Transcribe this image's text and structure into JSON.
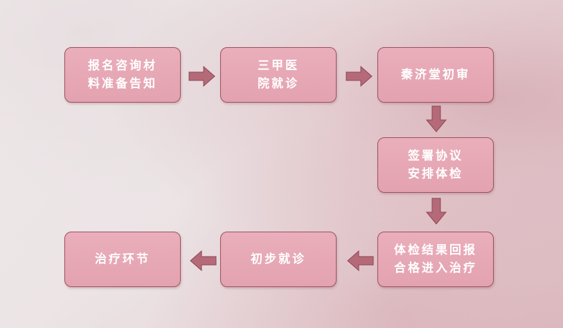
{
  "flow": {
    "steps": [
      {
        "id": "n1",
        "lines": [
          "报名咨询材",
          "料准备告知"
        ]
      },
      {
        "id": "n2",
        "lines": [
          "三甲医",
          "院就诊"
        ]
      },
      {
        "id": "n3",
        "lines": [
          "秦济堂初审"
        ]
      },
      {
        "id": "n4",
        "lines": [
          "签署协议",
          "安排体检"
        ]
      },
      {
        "id": "n5",
        "lines": [
          "体检结果回报",
          "合格进入治疗"
        ]
      },
      {
        "id": "n6",
        "lines": [
          "初步就诊"
        ]
      },
      {
        "id": "n7",
        "lines": [
          "治疗环节"
        ]
      }
    ],
    "connections": [
      {
        "from": "n1",
        "to": "n2",
        "direction": "right"
      },
      {
        "from": "n2",
        "to": "n3",
        "direction": "right"
      },
      {
        "from": "n3",
        "to": "n4",
        "direction": "down"
      },
      {
        "from": "n4",
        "to": "n5",
        "direction": "down"
      },
      {
        "from": "n5",
        "to": "n6",
        "direction": "left"
      },
      {
        "from": "n6",
        "to": "n7",
        "direction": "left"
      }
    ],
    "colors": {
      "box_fill": "#e8a9b6",
      "box_border": "#9c4f5e",
      "arrow_fill": "#b46a78",
      "arrow_stroke": "#8e4553",
      "text": "#ffffff"
    }
  }
}
